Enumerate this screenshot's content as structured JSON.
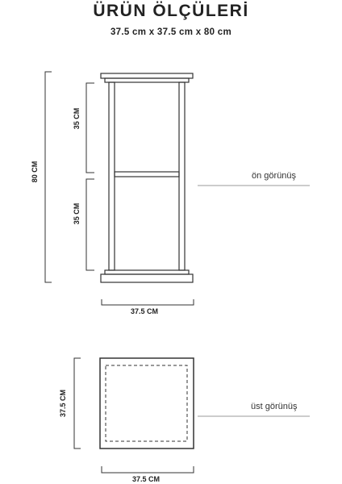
{
  "header": {
    "title": "ÜRÜN ÖLÇÜLERİ",
    "subtitle": "37.5 cm x 37.5 cm x 80 cm"
  },
  "front_view": {
    "label": "ön görünüş",
    "total_height_label": "80 CM",
    "upper_height_label": "35 CM",
    "lower_height_label": "35 CM",
    "width_label": "37.5 CM"
  },
  "top_view": {
    "label": "üst görünüş",
    "depth_label": "37.5 CM",
    "width_label": "37.5 CM"
  },
  "colors": {
    "line": "#333333",
    "guide": "#999999"
  }
}
